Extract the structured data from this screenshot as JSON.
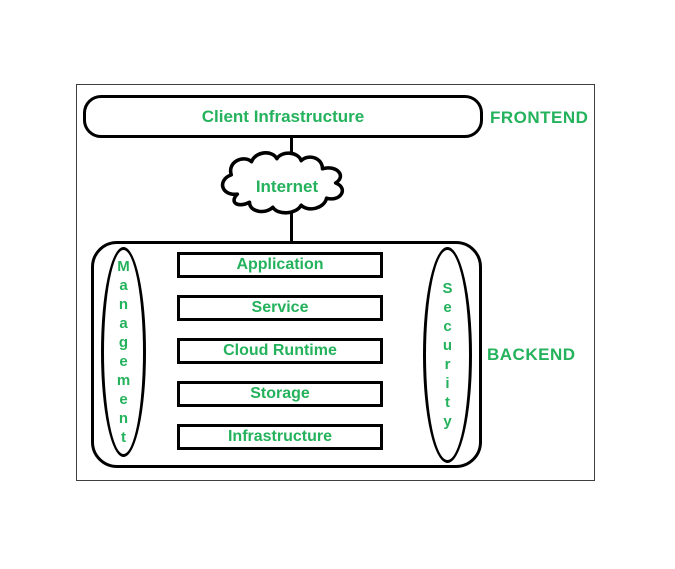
{
  "frontend": {
    "section_label": "FRONTEND",
    "client_infrastructure_label": "Client Infrastructure"
  },
  "internet_label": "Internet",
  "backend": {
    "section_label": "BACKEND",
    "management_label": "Management",
    "security_label": "Security",
    "layers": [
      "Application",
      "Service",
      "Cloud Runtime",
      "Storage",
      "Infrastructure"
    ]
  },
  "colors": {
    "text_green": "#24b25c",
    "shape_stroke": "#000000",
    "outer_frame": "#3f3f3f",
    "background": "#ffffff"
  }
}
